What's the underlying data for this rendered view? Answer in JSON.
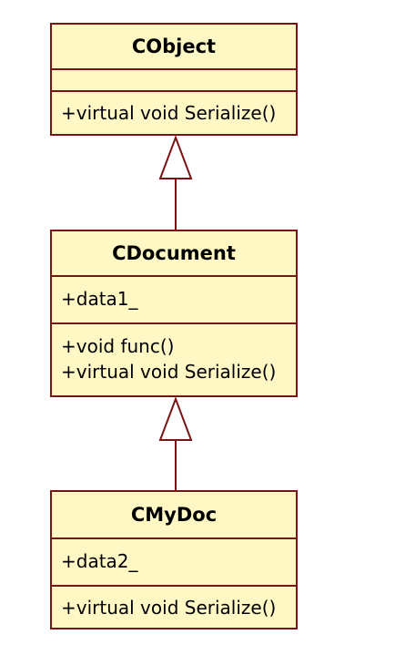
{
  "colors": {
    "class_fill": "#fff8c4",
    "class_border": "#7a1414",
    "text": "#000000",
    "background": "#ffffff"
  },
  "classes": [
    {
      "name": "CObject",
      "attributes": [],
      "operations": [
        "+virtual void Serialize()"
      ]
    },
    {
      "name": "CDocument",
      "attributes": [
        "+data1_"
      ],
      "operations": [
        "+void func()",
        "+virtual void Serialize()"
      ]
    },
    {
      "name": "CMyDoc",
      "attributes": [
        "+data2_"
      ],
      "operations": [
        "+virtual void Serialize()"
      ]
    }
  ],
  "relationships": [
    {
      "type": "generalization",
      "from": "CDocument",
      "to": "CObject"
    },
    {
      "type": "generalization",
      "from": "CMyDoc",
      "to": "CDocument"
    }
  ]
}
